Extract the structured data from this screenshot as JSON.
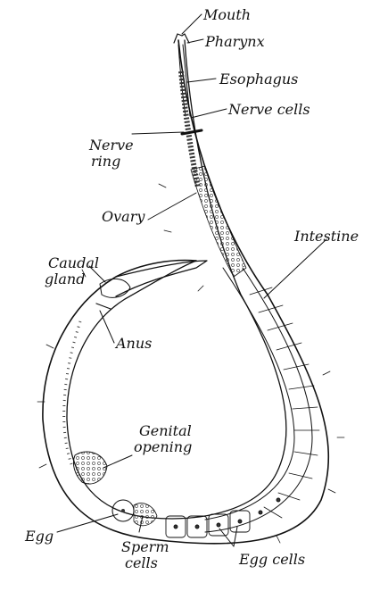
{
  "diagram": {
    "labels": {
      "mouth": "Mouth",
      "pharynx": "Pharynx",
      "esophagus": "Esophagus",
      "nerve_cells": "Nerve cells",
      "nerve_ring_line1": "Nerve",
      "nerve_ring_line2": "ring",
      "ovary": "Ovary",
      "intestine": "Intestine",
      "caudal_gland_line1": "Caudal",
      "caudal_gland_line2": "gland",
      "anus": "Anus",
      "genital_opening_line1": "Genital",
      "genital_opening_line2": "opening",
      "egg": "Egg",
      "sperm_cells_line1": "Sperm",
      "sperm_cells_line2": "cells",
      "egg_cells": "Egg cells"
    },
    "colors": {
      "ink": "#111111",
      "paper": "#ffffff",
      "shade": "#555555"
    }
  }
}
